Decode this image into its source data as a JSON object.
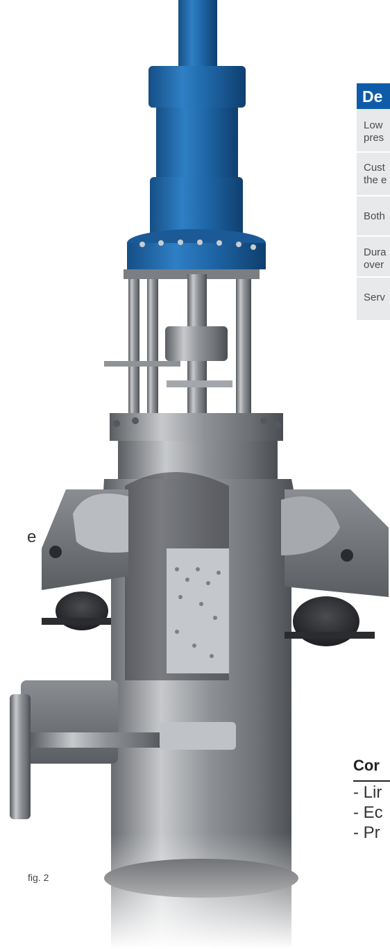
{
  "design": {
    "title": "De",
    "rows": [
      {
        "line1": "Low",
        "line2": "pres"
      },
      {
        "line1": "Cust",
        "line2": "the e"
      },
      {
        "line1": "Both",
        "line2": ""
      },
      {
        "line1": "Dura",
        "line2": "over"
      },
      {
        "line1": "Serv",
        "line2": ""
      }
    ]
  },
  "controls": {
    "heading": "Cor",
    "items": [
      "- Lir",
      "- Ec",
      "- Pr"
    ]
  },
  "stray_text": "e",
  "figure_label": "fig. 2",
  "colors": {
    "accent_blue": "#0e5ba8",
    "actuator_blue": "#1f67a8",
    "table_row_bg": "#e8e9ea",
    "steel": "#9a9da1"
  }
}
